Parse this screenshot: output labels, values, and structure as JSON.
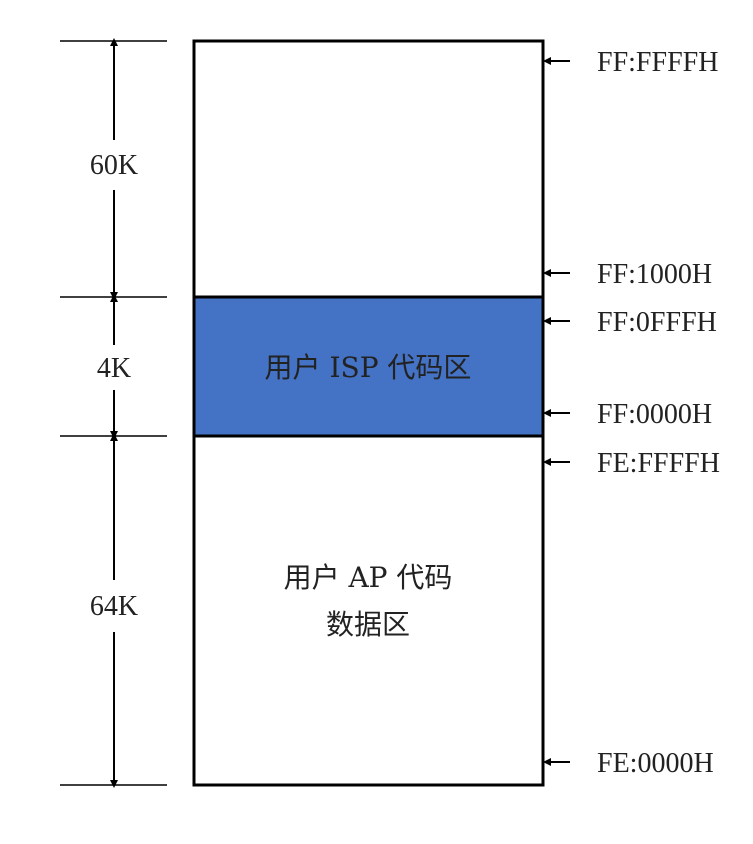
{
  "memory_map": {
    "regions": [
      {
        "id": "top",
        "label_lines": [],
        "fill": "#ffffff"
      },
      {
        "id": "isp",
        "label_lines": [
          "用户 ISP 代码区"
        ],
        "fill": "#4472c4"
      },
      {
        "id": "ap",
        "label_lines": [
          "用户 AP 代码",
          "数据区"
        ],
        "fill": "#ffffff"
      }
    ],
    "sizes": [
      "60K",
      "4K",
      "64K"
    ],
    "addresses": [
      "FF:FFFFH",
      "FF:1000H",
      "FF:0FFFH",
      "FF:0000H",
      "FE:FFFFH",
      "FE:0000H"
    ]
  },
  "colors": {
    "border": "#000000",
    "isp_fill": "#4472c4",
    "text": "#222222"
  }
}
